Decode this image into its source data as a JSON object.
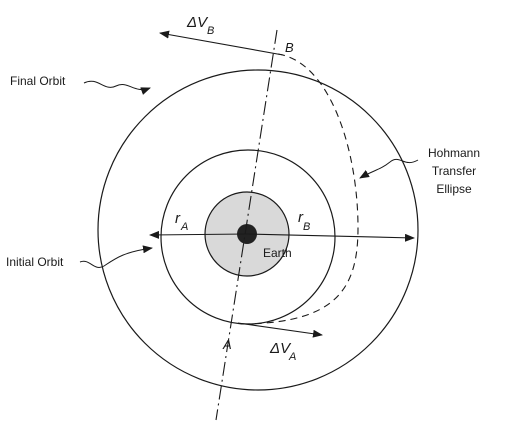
{
  "labels": {
    "final_orbit": "Final Orbit",
    "initial_orbit": "Initial Orbit",
    "transfer_line1": "Hohmann",
    "transfer_line2": "Transfer",
    "transfer_line3": "Ellipse",
    "earth": "Earth",
    "point_a": "A",
    "point_b": "B",
    "delta_v_b_main": "ΔV",
    "delta_v_b_sub": "B",
    "delta_v_a_main": "ΔV",
    "delta_v_a_sub": "A",
    "r_a_main": "r",
    "r_a_sub": "A",
    "r_b_main": "r",
    "r_b_sub": "B"
  },
  "colors": {
    "ink": "#1a1a1a",
    "earth_fill": "#d9d9d9",
    "earth_core": "#222222"
  }
}
